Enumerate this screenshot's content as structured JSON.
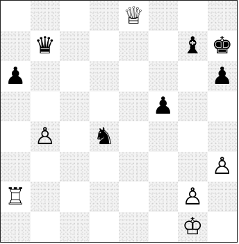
{
  "board": {
    "orientation": "white-bottom",
    "rows": [
      [
        "",
        "",
        "",
        "",
        "♕",
        "",
        "",
        ""
      ],
      [
        "",
        "♛",
        "",
        "",
        "",
        "",
        "♝",
        "♚"
      ],
      [
        "♟",
        "",
        "",
        "",
        "",
        "",
        "",
        "♟"
      ],
      [
        "",
        "",
        "",
        "",
        "",
        "♟",
        "",
        ""
      ],
      [
        "",
        "♙",
        "",
        "♞",
        "",
        "",
        "",
        ""
      ],
      [
        "",
        "",
        "",
        "",
        "",
        "",
        "",
        "♙"
      ],
      [
        "♖",
        "",
        "",
        "",
        "",
        "",
        "♙",
        ""
      ],
      [
        "",
        "",
        "",
        "",
        "",
        "",
        "♔",
        ""
      ]
    ],
    "pieces": [
      {
        "square": "e8",
        "piece": "white-queen"
      },
      {
        "square": "b7",
        "piece": "black-queen"
      },
      {
        "square": "g7",
        "piece": "black-bishop"
      },
      {
        "square": "h7",
        "piece": "black-king"
      },
      {
        "square": "a6",
        "piece": "black-pawn"
      },
      {
        "square": "h6",
        "piece": "black-pawn"
      },
      {
        "square": "f5",
        "piece": "black-pawn"
      },
      {
        "square": "b4",
        "piece": "white-pawn"
      },
      {
        "square": "d4",
        "piece": "black-knight"
      },
      {
        "square": "h3",
        "piece": "white-pawn"
      },
      {
        "square": "a2",
        "piece": "white-rook"
      },
      {
        "square": "g2",
        "piece": "white-pawn"
      },
      {
        "square": "g1",
        "piece": "white-king"
      }
    ]
  }
}
